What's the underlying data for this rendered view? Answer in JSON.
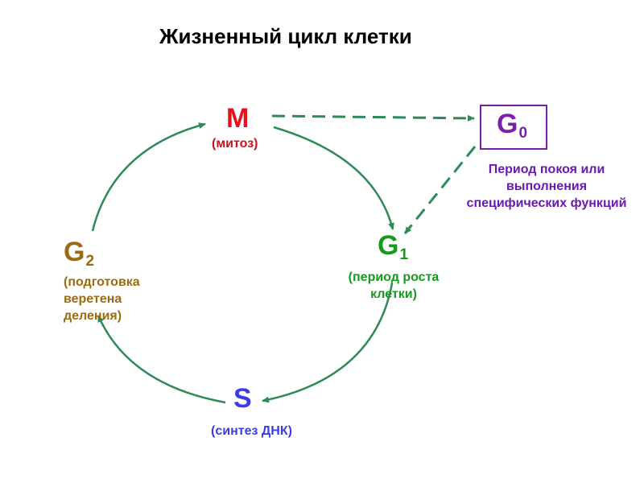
{
  "title": "Жизненный цикл клетки",
  "colors": {
    "arrow": "#2e8b57",
    "m": "#e8101b",
    "g1": "#159a1f",
    "s": "#3b3be8",
    "g2": "#9a6b10",
    "g0": "#7a1fa8"
  },
  "phases": {
    "m": {
      "letter": "M",
      "sub": "",
      "desc_lines": [
        "(митоз)"
      ]
    },
    "g1": {
      "letter": "G",
      "sub": "1",
      "desc_lines": [
        "(период роста",
        "клетки)"
      ]
    },
    "s": {
      "letter": "S",
      "sub": "",
      "desc_lines": [
        "(синтез ДНК)"
      ]
    },
    "g2": {
      "letter": "G",
      "sub": "2",
      "desc_lines": [
        "(подготовка",
        "веретена",
        "деления)"
      ]
    },
    "g0": {
      "letter": "G",
      "sub": "0",
      "desc_lines": [
        "Период покоя или",
        "выполнения",
        "специфических функций"
      ]
    }
  }
}
